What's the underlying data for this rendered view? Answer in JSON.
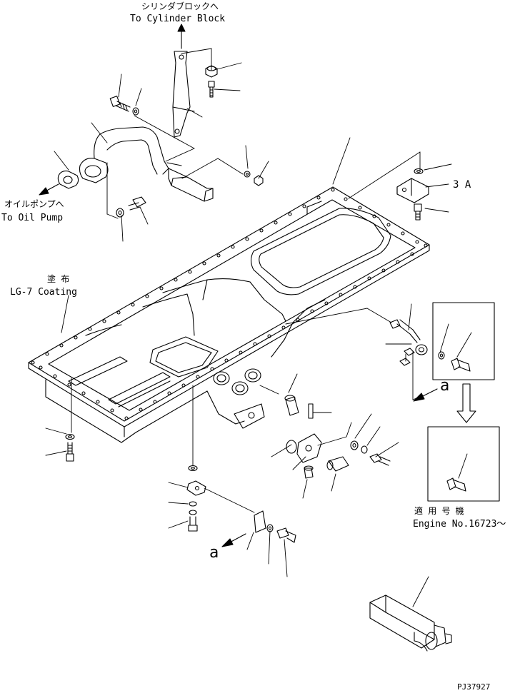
{
  "labels": {
    "cylinder_block_jp": "シリンダブロックへ",
    "cylinder_block_en": "To Cylinder Block",
    "oil_pump_jp": "オイルポンプへ",
    "oil_pump_en": "To Oil Pump",
    "coating_jp": "塗 布",
    "coating_en": "LG-7 Coating",
    "ref_3a": "3 A",
    "view_a_top": "a",
    "view_a_bottom": "a",
    "applicable_jp": "適 用 号 機",
    "engine_no": "Engine No.16723〜",
    "drawing_code": "PJ37927"
  }
}
